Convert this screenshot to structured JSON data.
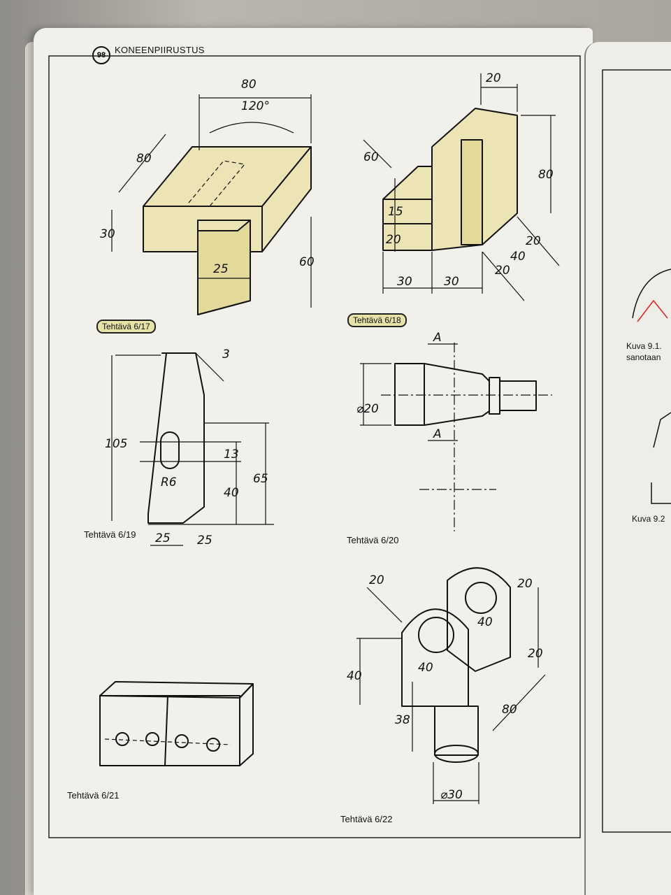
{
  "header": {
    "page_number": "98",
    "chapter": "KONEENPIIRUSTUS"
  },
  "exercises": [
    {
      "id": "6/17",
      "label": "Tehtävä 6/17",
      "dims": [
        "80",
        "120°",
        "80",
        "30",
        "60",
        "25"
      ]
    },
    {
      "id": "6/18",
      "label": "Tehtävä 6/18",
      "dims": [
        "20",
        "60",
        "80",
        "15",
        "20",
        "30",
        "30",
        "20",
        "40",
        "20"
      ]
    },
    {
      "id": "6/19",
      "label": "Tehtävä 6/19",
      "dims": [
        "3",
        "105",
        "13",
        "65",
        "40",
        "R6",
        "25",
        "25"
      ]
    },
    {
      "id": "6/20",
      "label": "Tehtävä 6/20",
      "dims": [
        "A",
        "A",
        "⌀20"
      ]
    },
    {
      "id": "6/21",
      "label": "Tehtävä 6/21",
      "dims": []
    },
    {
      "id": "6/22",
      "label": "Tehtävä 6/22",
      "dims": [
        "20",
        "20",
        "40",
        "40",
        "20",
        "40",
        "38",
        "80",
        "⌀30"
      ]
    }
  ],
  "next_page": {
    "caption_1": "Kuva 9.1.",
    "caption_2": "sanotaan",
    "caption_3": "Kuva 9.2"
  },
  "colors": {
    "fill": "#ece4b4",
    "ink": "#111111",
    "paper": "#f1f0ea"
  }
}
